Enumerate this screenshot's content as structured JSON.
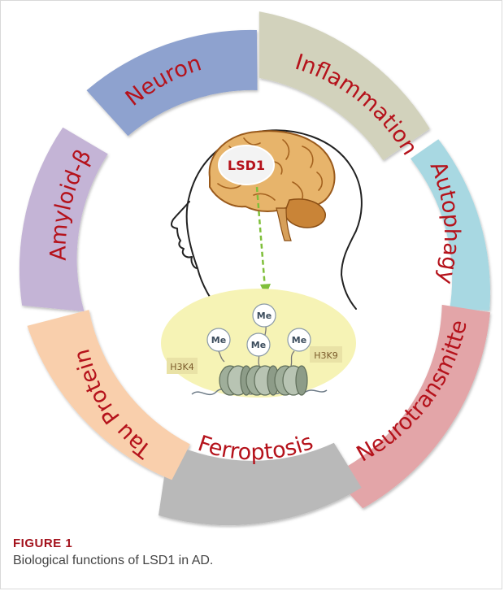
{
  "diagram": {
    "segments": [
      {
        "id": "neuron",
        "label": "Neuron",
        "fill": "#8ea2cf",
        "text_color": "#b5121b"
      },
      {
        "id": "inflammation",
        "label": "Inflammation",
        "fill": "#d2d2bc",
        "text_color": "#b5121b"
      },
      {
        "id": "autophagy",
        "label": "Autophagy",
        "fill": "#a8d8e2",
        "text_color": "#b5121b"
      },
      {
        "id": "neurotransmitter",
        "label": "Neurotransmitter",
        "fill": "#e3a5a8",
        "text_color": "#b5121b"
      },
      {
        "id": "ferroptosis",
        "label": "Ferroptosis",
        "fill": "#b9b9b9",
        "text_color": "#b5121b"
      },
      {
        "id": "tau",
        "label": "Tau Protein",
        "fill": "#f9cfac",
        "text_color": "#b5121b"
      },
      {
        "id": "amyloid",
        "label": "Amyloid-β",
        "fill": "#c4b4d6",
        "text_color": "#b5121b"
      }
    ],
    "brain_label": "LSD1",
    "nucleosome": {
      "marks": [
        "Me",
        "Me",
        "Me",
        "Me"
      ],
      "left_label": "H3K4",
      "right_label": "H3K9"
    }
  },
  "caption": {
    "title": "FIGURE 1",
    "text": "Biological functions of LSD1 in AD."
  },
  "colors": {
    "label_red": "#b5121b",
    "arrow_green": "#7fbf3a",
    "nucleus_yellow": "#f6f3b5",
    "nucleosome_green": "#9fae9a",
    "brain_orange": "#d98f3a"
  }
}
